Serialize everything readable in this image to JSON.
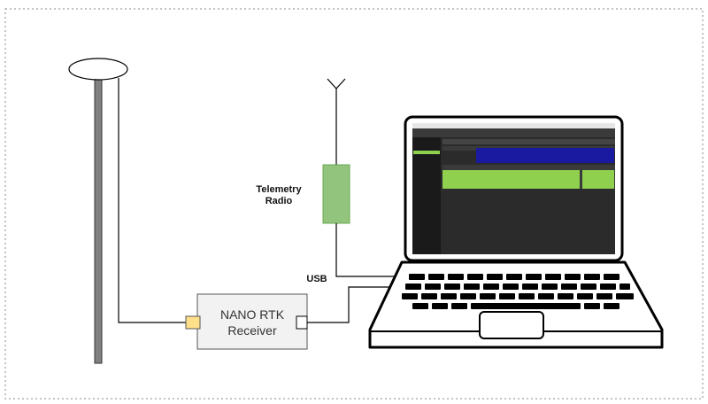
{
  "labels": {
    "telemetry_line1": "Telemetry",
    "telemetry_line2": "Radio",
    "usb": "USB",
    "receiver_line1": "NANO RTK",
    "receiver_line2": "Receiver"
  },
  "colors": {
    "telemetry_fill": "#93c47d",
    "receiver_fill": "#f2f2f2",
    "gnss_port_fill": "#ffe08a",
    "pole_fill": "#808080",
    "screen_background": "#2b2b2b",
    "screen_blue_band": "#1a1aa0",
    "screen_green_bars": "#8fd14f"
  },
  "icons": {
    "gnss_antenna": "gnss-antenna-disc-icon",
    "radio_antenna": "radio-antenna-icon",
    "laptop": "laptop-icon"
  }
}
